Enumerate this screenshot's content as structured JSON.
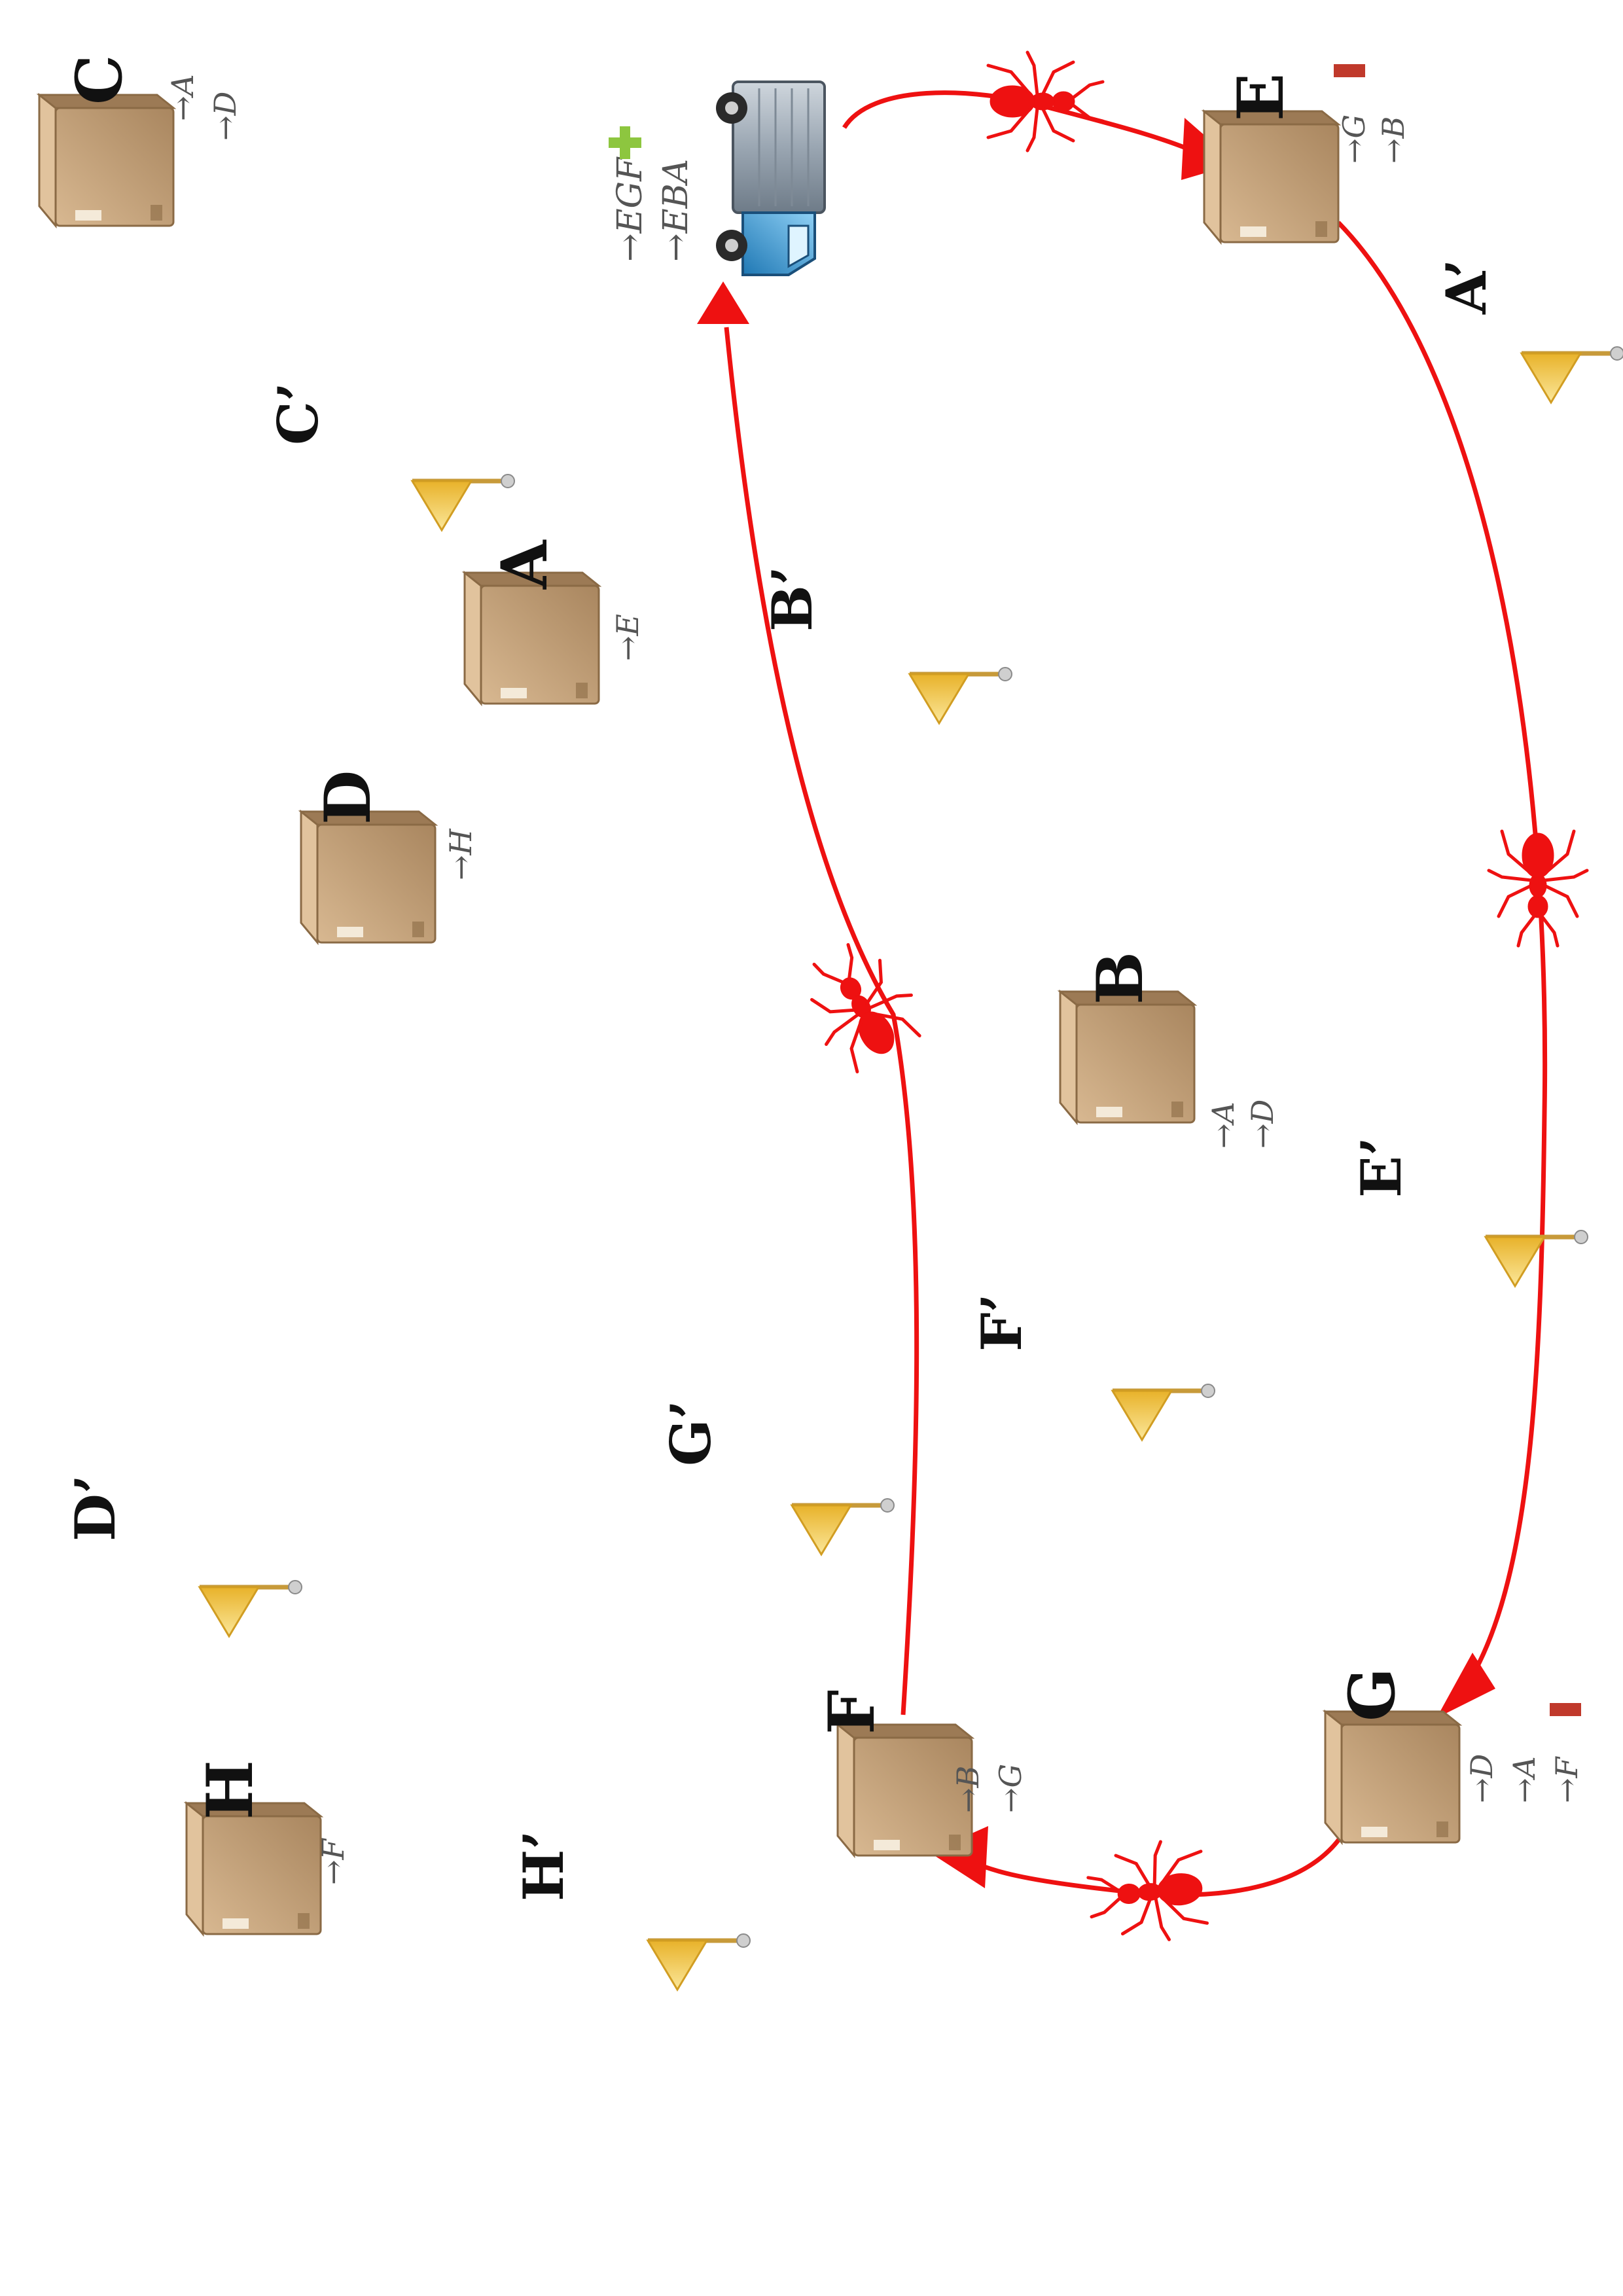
{
  "colors": {
    "route": "#ee1111",
    "ant": "#ee1111",
    "box_light": "#c9a57c",
    "box_dark": "#a3805a",
    "flag": "#f2c23c",
    "plus": "#8dc63f",
    "minus": "#c0392b"
  },
  "truck": {
    "icon": "delivery-truck-icon",
    "lines": [
      "→EGF",
      "→EBA"
    ],
    "marker": "plus-icon"
  },
  "boxes": [
    {
      "id": "A",
      "label": "A",
      "lines": [
        "→E"
      ],
      "marker": null
    },
    {
      "id": "B",
      "label": "B",
      "lines": [
        "→A",
        "→D"
      ],
      "marker": null
    },
    {
      "id": "C",
      "label": "C",
      "lines": [
        "→A",
        "→D"
      ],
      "marker": null
    },
    {
      "id": "D",
      "label": "D",
      "lines": [
        "→H"
      ],
      "marker": null
    },
    {
      "id": "E",
      "label": "E",
      "lines": [
        "→G",
        "→B"
      ],
      "marker": "minus-icon"
    },
    {
      "id": "F",
      "label": "F",
      "lines": [
        "→B",
        "→G"
      ],
      "marker": null
    },
    {
      "id": "G",
      "label": "G",
      "lines": [
        "→D",
        "→A",
        "→F"
      ],
      "marker": "minus-icon"
    },
    {
      "id": "H",
      "label": "H",
      "lines": [
        "→F"
      ],
      "marker": null
    }
  ],
  "flags": [
    {
      "id": "A'",
      "label": "A’"
    },
    {
      "id": "B'",
      "label": "B’"
    },
    {
      "id": "C'",
      "label": "C’"
    },
    {
      "id": "D'",
      "label": "D’"
    },
    {
      "id": "E'",
      "label": "E’"
    },
    {
      "id": "F'",
      "label": "F’"
    },
    {
      "id": "G'",
      "label": "G’"
    },
    {
      "id": "H'",
      "label": "H’"
    }
  ],
  "routes": [
    {
      "from": "truck",
      "to": "E",
      "ant": true
    },
    {
      "from": "E",
      "to": "G",
      "ant": true
    },
    {
      "from": "G",
      "to": "F",
      "ant": true
    },
    {
      "from": "F",
      "to": "truck",
      "ant": true
    }
  ]
}
